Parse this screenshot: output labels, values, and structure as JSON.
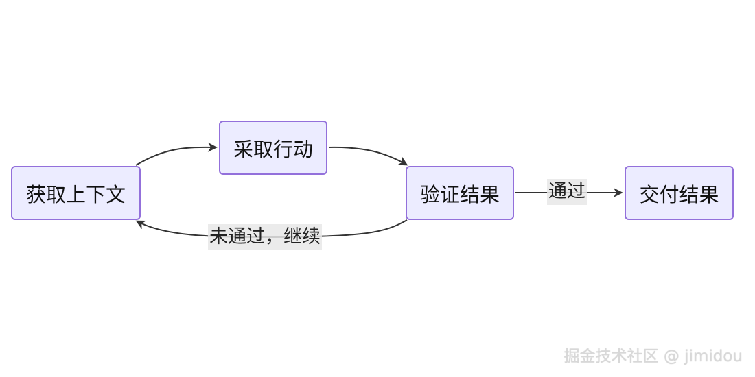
{
  "diagram": {
    "nodes": {
      "gather_context": "获取上下文",
      "take_action": "采取行动",
      "verify_result": "验证结果",
      "deliver_result": "交付结果"
    },
    "edges": {
      "pass_label": "通过",
      "retry_label": "未通过，继续"
    },
    "colors": {
      "node_fill": "#ECECFF",
      "node_border": "#9370DB",
      "edge": "#333333",
      "label_bg": "#E8E8E8"
    }
  },
  "watermark": "掘金技术社区 @ jimidou"
}
